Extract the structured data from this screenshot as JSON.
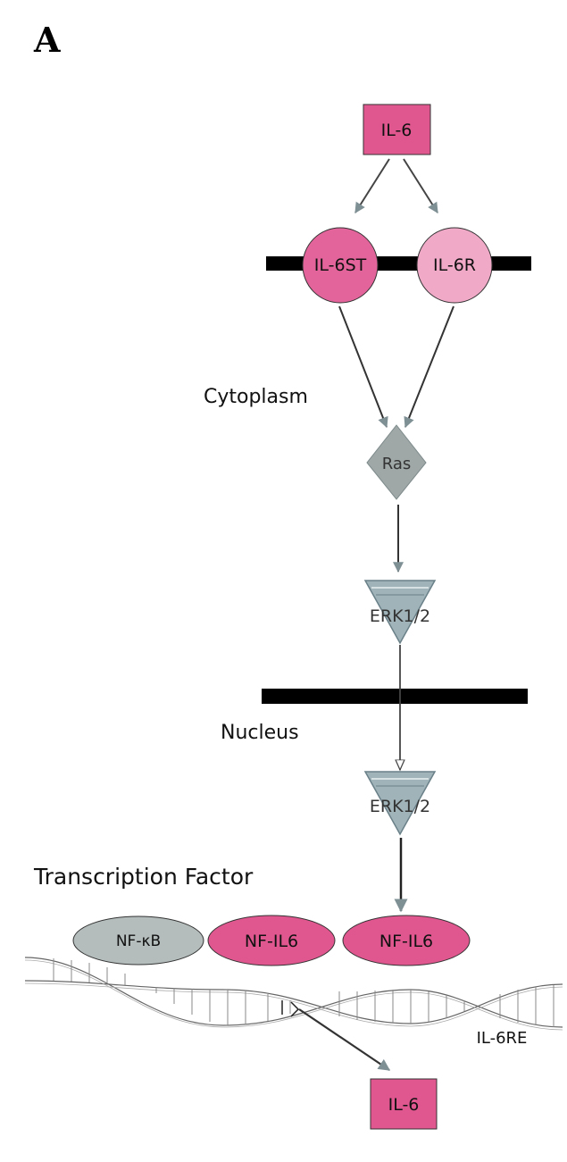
{
  "panel_label": "A",
  "regions": {
    "cytoplasm": "Cytoplasm",
    "nucleus": "Nucleus",
    "transcription_factor": "Transcription Factor"
  },
  "nodes": {
    "il6_ligand": "IL-6",
    "il6st": "IL-6ST",
    "il6r": "IL-6R",
    "ras": "Ras",
    "erk_cytoplasm": "ERK1/2",
    "erk_nucleus": "ERK1/2",
    "nfkb": "NF-κB",
    "nfil6_a": "NF-IL6",
    "nfil6_b": "NF-IL6",
    "il6re": "IL-6RE",
    "il6_product": "IL-6"
  },
  "colors": {
    "il6_pink": "#e0578f",
    "il6st_pink": "#e3649a",
    "il6r_pink": "#f0aac8",
    "grey_node": "#9fa7a7",
    "erk_fill": "#9fb3b8",
    "nfkb_grey": "#b4bcbc",
    "membrane": "#000000",
    "arrow": "#555555"
  }
}
